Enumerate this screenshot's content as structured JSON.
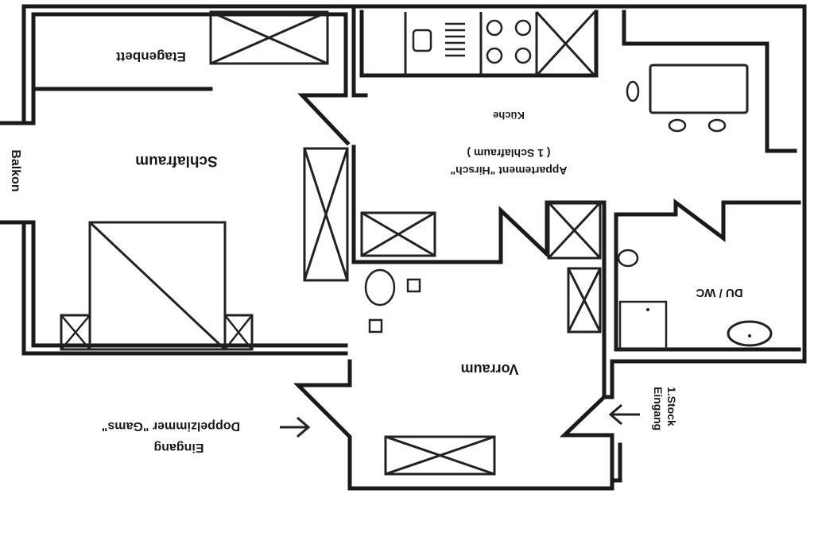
{
  "rooms": {
    "bunk_bed": "Etagenbett",
    "bedroom": "Schlafraum",
    "balcony": "Balkon",
    "kitchen": "Küche",
    "apartment_name": "Appartement \"Hirsch\"",
    "apartment_sub": "( 1 Schlafraum )",
    "bathroom": "DU / WC",
    "hall": "Vorraum"
  },
  "entrances": {
    "left_line1": "Doppelzimmer \"Gams\"",
    "left_line2": "Eingang",
    "right_line1": "1.Stock",
    "right_line2": "Eingang"
  }
}
